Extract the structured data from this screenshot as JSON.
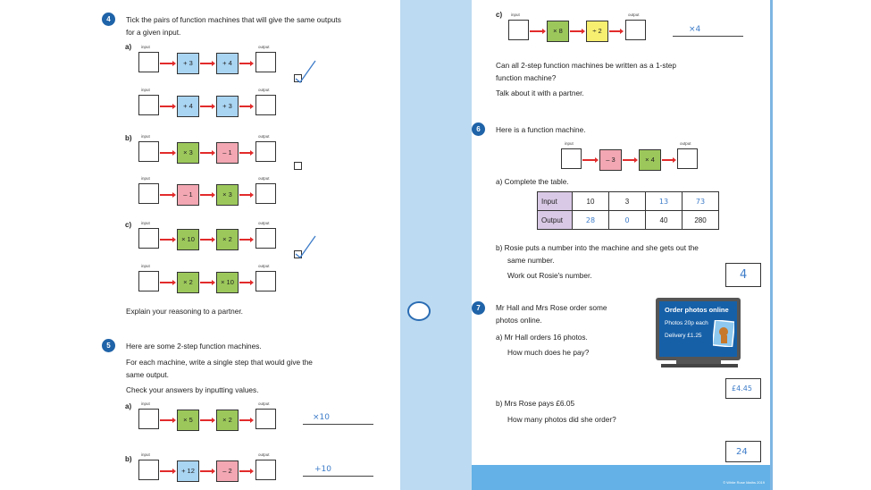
{
  "q4": {
    "number": "4",
    "instruction_line1": "Tick the pairs of function machines that will give the same outputs",
    "instruction_line2": "for a given input.",
    "input_label": "input",
    "output_label": "output",
    "parts": {
      "a": {
        "label": "a)",
        "m1": [
          "+ 3",
          "+ 4"
        ],
        "m2": [
          "+ 4",
          "+ 3"
        ],
        "ticked": true
      },
      "b": {
        "label": "b)",
        "m1": [
          "× 3",
          "– 1"
        ],
        "m2": [
          "– 1",
          "× 3"
        ],
        "ticked": false
      },
      "c": {
        "label": "c)",
        "m1": [
          "× 10",
          "× 2"
        ],
        "m2": [
          "× 2",
          "× 10"
        ],
        "ticked": true
      }
    },
    "explain": "Explain your reasoning to a partner."
  },
  "q5": {
    "number": "5",
    "line1": "Here are some 2-step function machines.",
    "line2": "For each machine, write a single step that would give the",
    "line3": "same output.",
    "line4": "Check your answers by inputting values.",
    "a": {
      "label": "a)",
      "ops": [
        "× 5",
        "× 2"
      ],
      "answer": "×10"
    },
    "b": {
      "label": "b)",
      "ops": [
        "+ 12",
        "– 2"
      ],
      "answer": "+10"
    },
    "c": {
      "label": "c)",
      "ops": [
        "× 8",
        "÷ 2"
      ],
      "answer": "×4"
    },
    "q1": "Can all 2-step function machines be written as a 1-step",
    "q2": "function machine?",
    "talk": "Talk about it with a partner."
  },
  "q6": {
    "number": "6",
    "intro": "Here is a function machine.",
    "ops": [
      "– 3",
      "× 4"
    ],
    "a": "a)  Complete the table.",
    "table": {
      "input_label": "Input",
      "output_label": "Output",
      "inputs": [
        "10",
        "3",
        "13",
        "73"
      ],
      "outputs": [
        "28",
        "0",
        "40",
        "280"
      ]
    },
    "b1": "b)  Rosie puts a number into the machine and she gets out the",
    "b2": "same number.",
    "b3": "Work out Rosie's number.",
    "b_answer": "4"
  },
  "q7": {
    "number": "7",
    "l1": "Mr Hall and Mrs Rose order some",
    "l2": "photos online.",
    "a1": "a)  Mr Hall orders 16 photos.",
    "a2": "How much does he pay?",
    "a_answer": "£4.45",
    "b1": "b)  Mrs Rose pays £6.05",
    "b2": "How many photos did she order?",
    "b_answer": "24",
    "tv": {
      "title": "Order photos online",
      "price": "Photos 20p each",
      "delivery": "Delivery £1.25"
    }
  },
  "footer": "© White Rose Maths 2019"
}
